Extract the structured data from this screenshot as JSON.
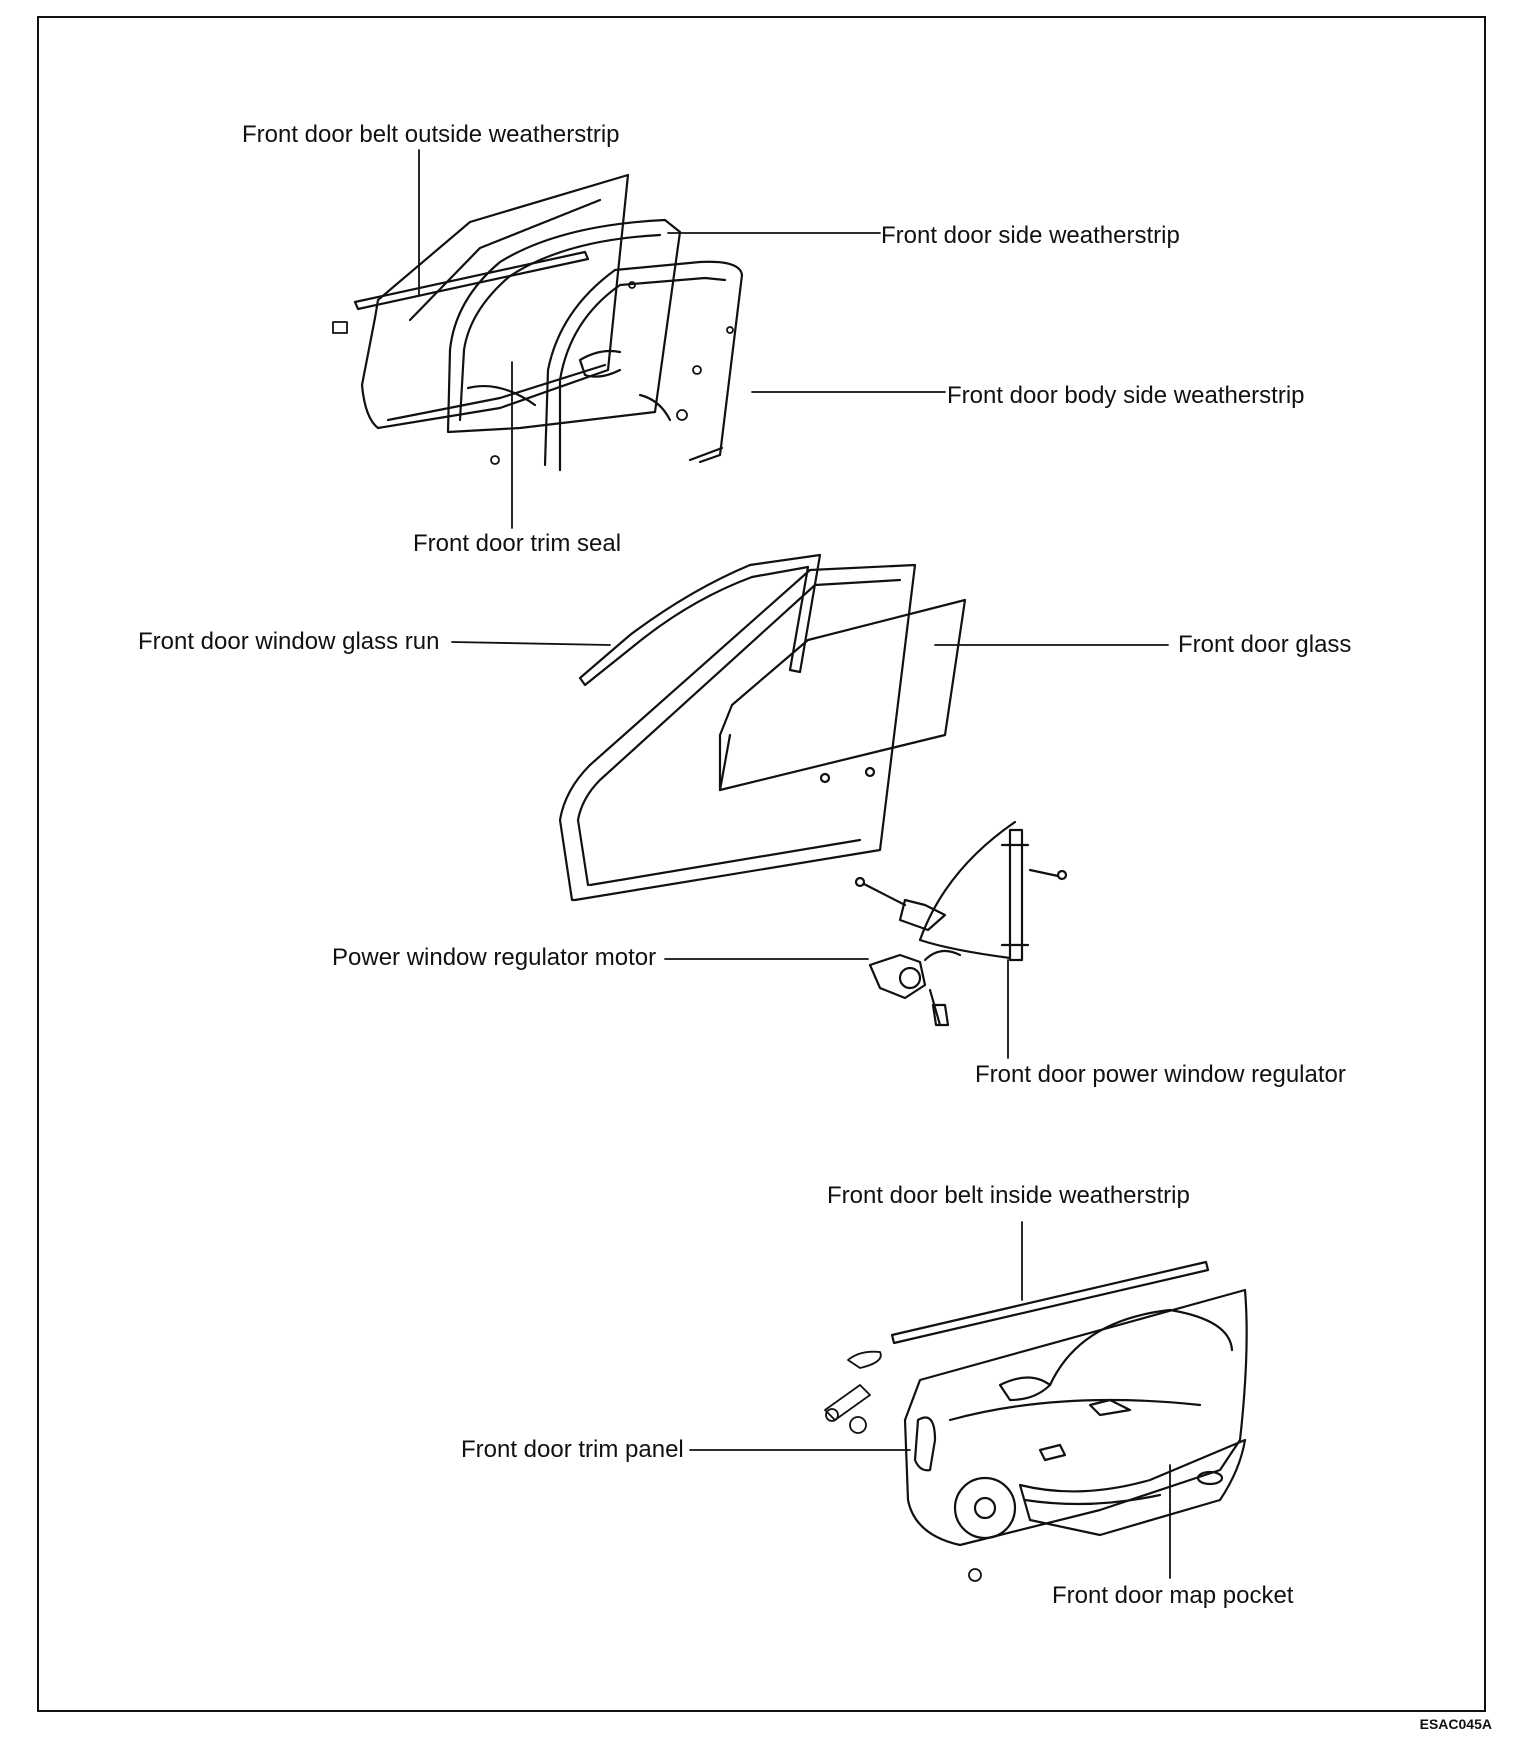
{
  "figure_code": "ESAC045A",
  "labels": {
    "belt_outside": "Front door belt outside weatherstrip",
    "side_weatherstrip": "Front door side weatherstrip",
    "body_side_weatherstrip": "Front door body side weatherstrip",
    "trim_seal": "Front door trim seal",
    "glass_run": "Front door window glass run",
    "glass": "Front door glass",
    "regulator_motor": "Power window regulator motor",
    "power_window_regulator": "Front door power window regulator",
    "belt_inside": "Front door belt inside weatherstrip",
    "trim_panel": "Front door trim panel",
    "map_pocket": "Front door map pocket"
  }
}
